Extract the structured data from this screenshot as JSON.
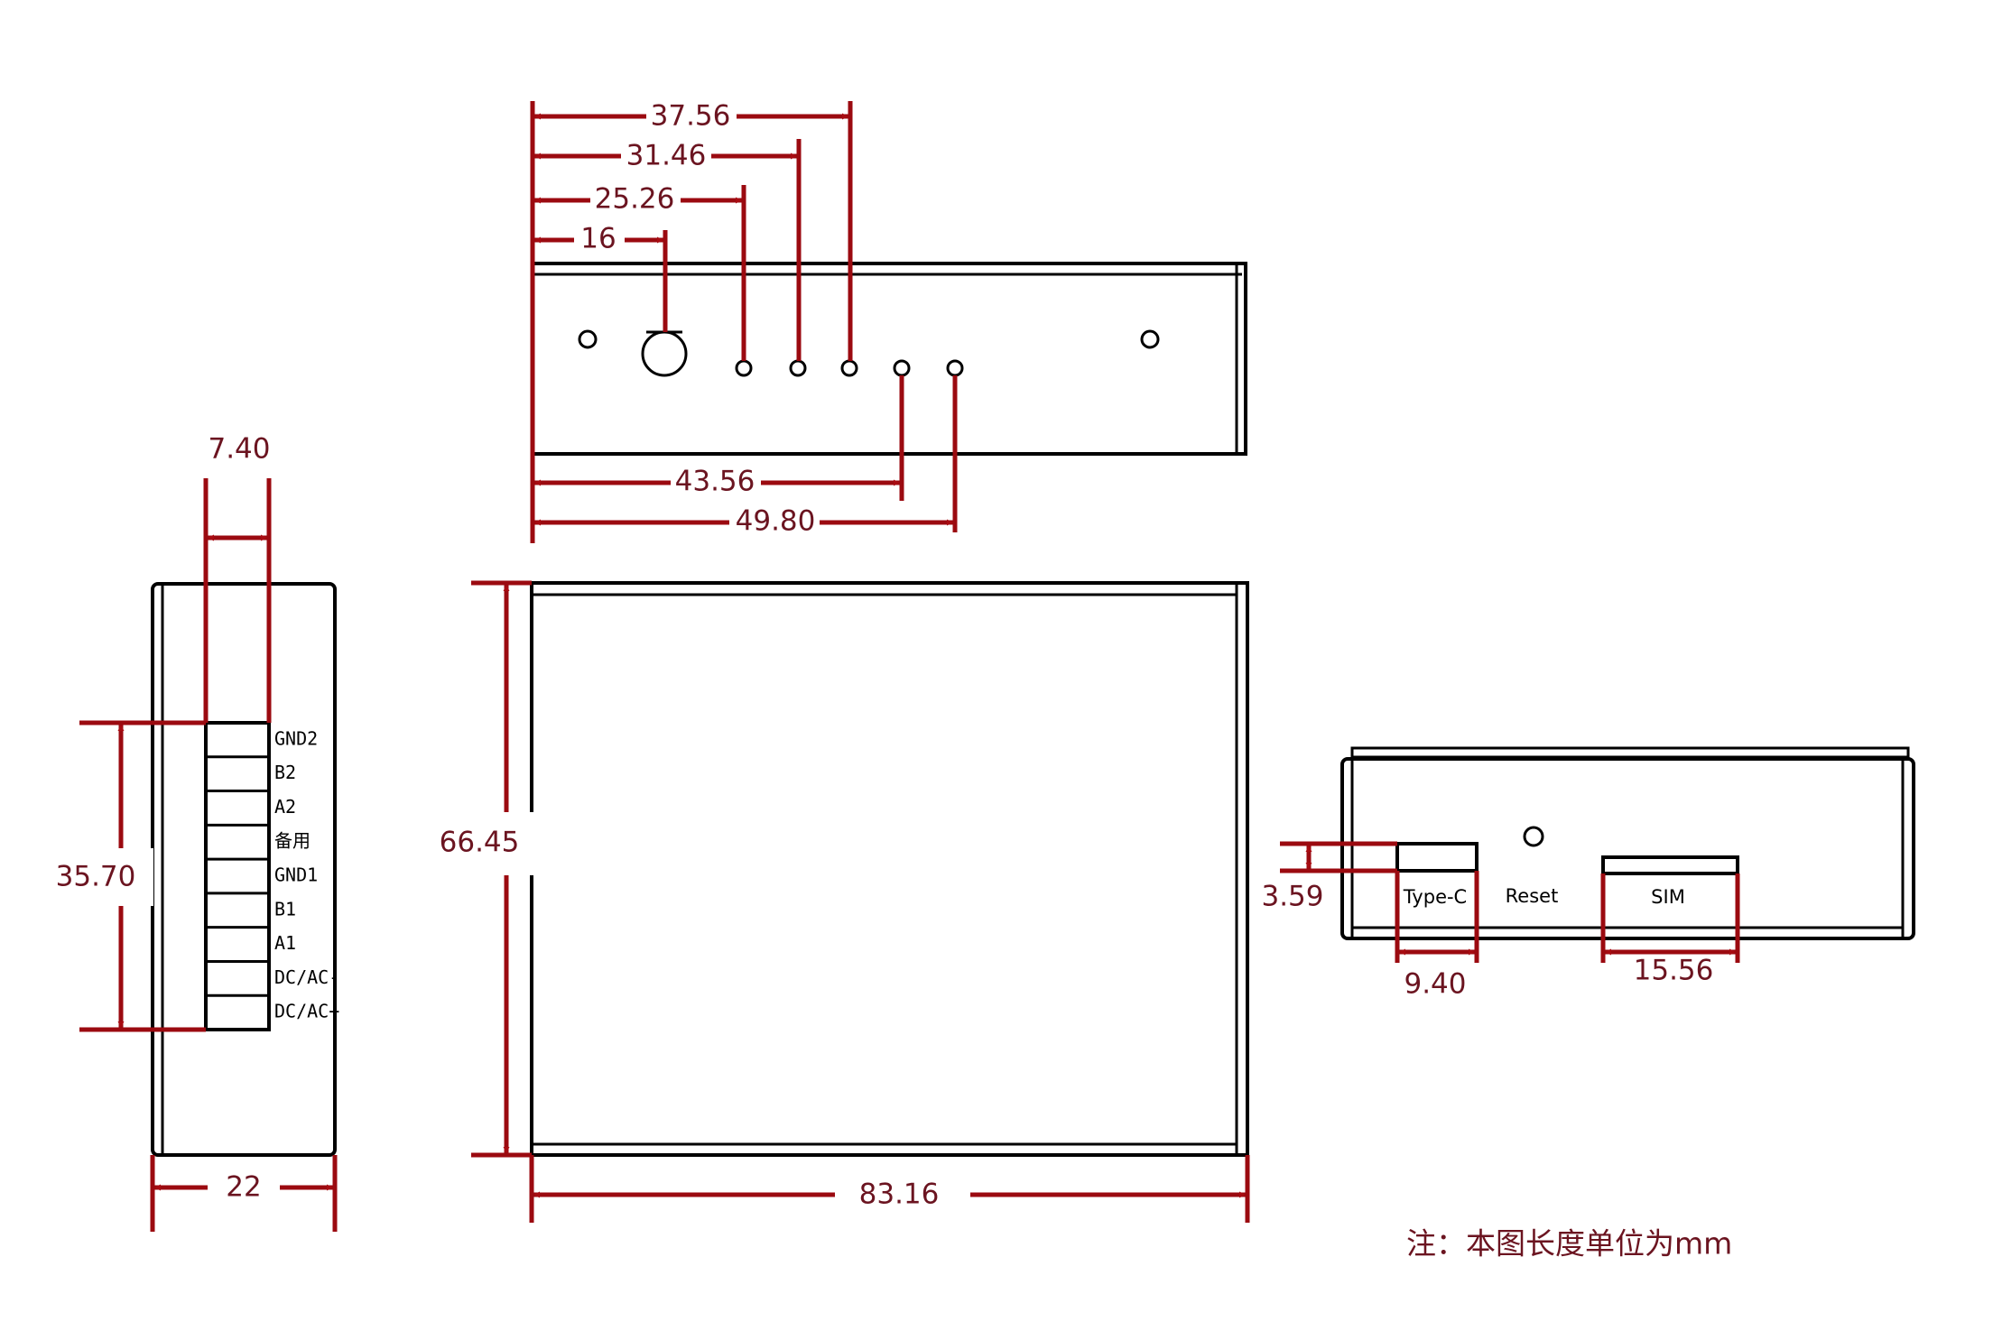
{
  "title": "Device dimension drawing",
  "colors": {
    "dimension": "#9b0a10",
    "dimension_text": "#6b1420",
    "outline": "#000000"
  },
  "top_view": {
    "dims_top": [
      "37.56",
      "31.46",
      "25.26",
      "16"
    ],
    "dims_bottom": [
      "43.56",
      "49.80"
    ]
  },
  "left_view": {
    "dim_terminal_width": "7.40",
    "dim_terminal_height": "35.70",
    "dim_width": "22",
    "terminals": [
      "GND2",
      "B2",
      "A2",
      "备用",
      "GND1",
      "B1",
      "A1",
      "DC/AC-",
      "DC/AC+"
    ]
  },
  "front_view": {
    "dim_height": "66.45",
    "dim_width": "83.16"
  },
  "right_view": {
    "dim_typec_offset": "3.59",
    "dim_typec_width": "9.40",
    "dim_sim_width": "15.56",
    "labels": {
      "typec": "Type-C",
      "reset": "Reset",
      "sim": "SIM"
    }
  },
  "note": "注：本图长度单位为mm"
}
